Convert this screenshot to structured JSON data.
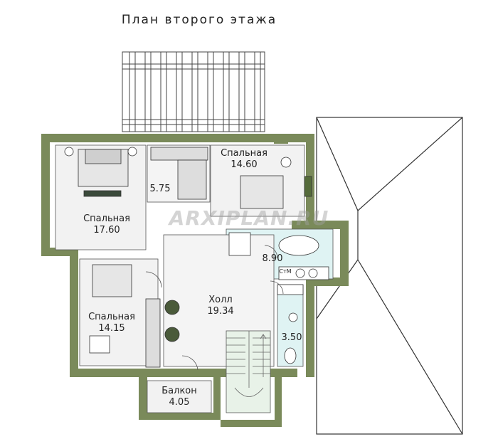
{
  "title": "План второго этажа",
  "watermark": "ARXIPLAN.RU",
  "rooms": [
    {
      "name": "Спальная",
      "area": "17.60"
    },
    {
      "name": "",
      "area": "5.75"
    },
    {
      "name": "Спальная",
      "area": "14.60"
    },
    {
      "name": "",
      "area": "8.90"
    },
    {
      "name": "Холл",
      "area": "19.34"
    },
    {
      "name": "Спальная",
      "area": "14.15"
    },
    {
      "name": "",
      "area": "3.50"
    },
    {
      "name": "Балкон",
      "area": "4.05"
    }
  ],
  "fixture_labels": {
    "washer": "СтМ"
  },
  "colors": {
    "wall": "#7a8a5a",
    "floor": "#f2f2f2",
    "bath": "#dff3f3",
    "roof_line": "#333333"
  }
}
